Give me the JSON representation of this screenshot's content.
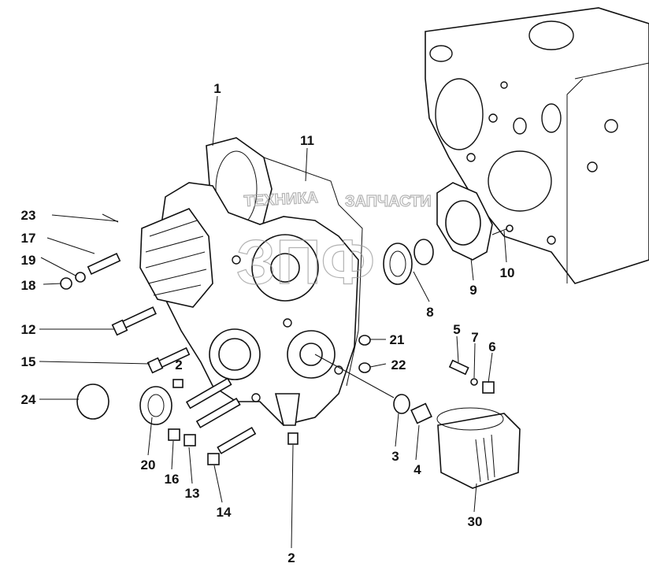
{
  "watermark": {
    "left_text": "ТЕХНИКА",
    "right_text": "ЗАПЧАСТИ",
    "mark": "ЗПФ"
  },
  "callouts": [
    {
      "id": "c1",
      "label": "1"
    },
    {
      "id": "c11",
      "label": "11"
    },
    {
      "id": "c23",
      "label": "23"
    },
    {
      "id": "c17",
      "label": "17"
    },
    {
      "id": "c19",
      "label": "19"
    },
    {
      "id": "c18",
      "label": "18"
    },
    {
      "id": "c12",
      "label": "12"
    },
    {
      "id": "c15",
      "label": "15"
    },
    {
      "id": "c2a",
      "label": "2"
    },
    {
      "id": "c24",
      "label": "24"
    },
    {
      "id": "c20",
      "label": "20"
    },
    {
      "id": "c16",
      "label": "16"
    },
    {
      "id": "c13",
      "label": "13"
    },
    {
      "id": "c14",
      "label": "14"
    },
    {
      "id": "c2b",
      "label": "2"
    },
    {
      "id": "c10",
      "label": "10"
    },
    {
      "id": "c9",
      "label": "9"
    },
    {
      "id": "c8",
      "label": "8"
    },
    {
      "id": "c21",
      "label": "21"
    },
    {
      "id": "c22",
      "label": "22"
    },
    {
      "id": "c5",
      "label": "5"
    },
    {
      "id": "c7",
      "label": "7"
    },
    {
      "id": "c6",
      "label": "6"
    },
    {
      "id": "c3",
      "label": "3"
    },
    {
      "id": "c4",
      "label": "4"
    },
    {
      "id": "c30",
      "label": "30"
    }
  ]
}
